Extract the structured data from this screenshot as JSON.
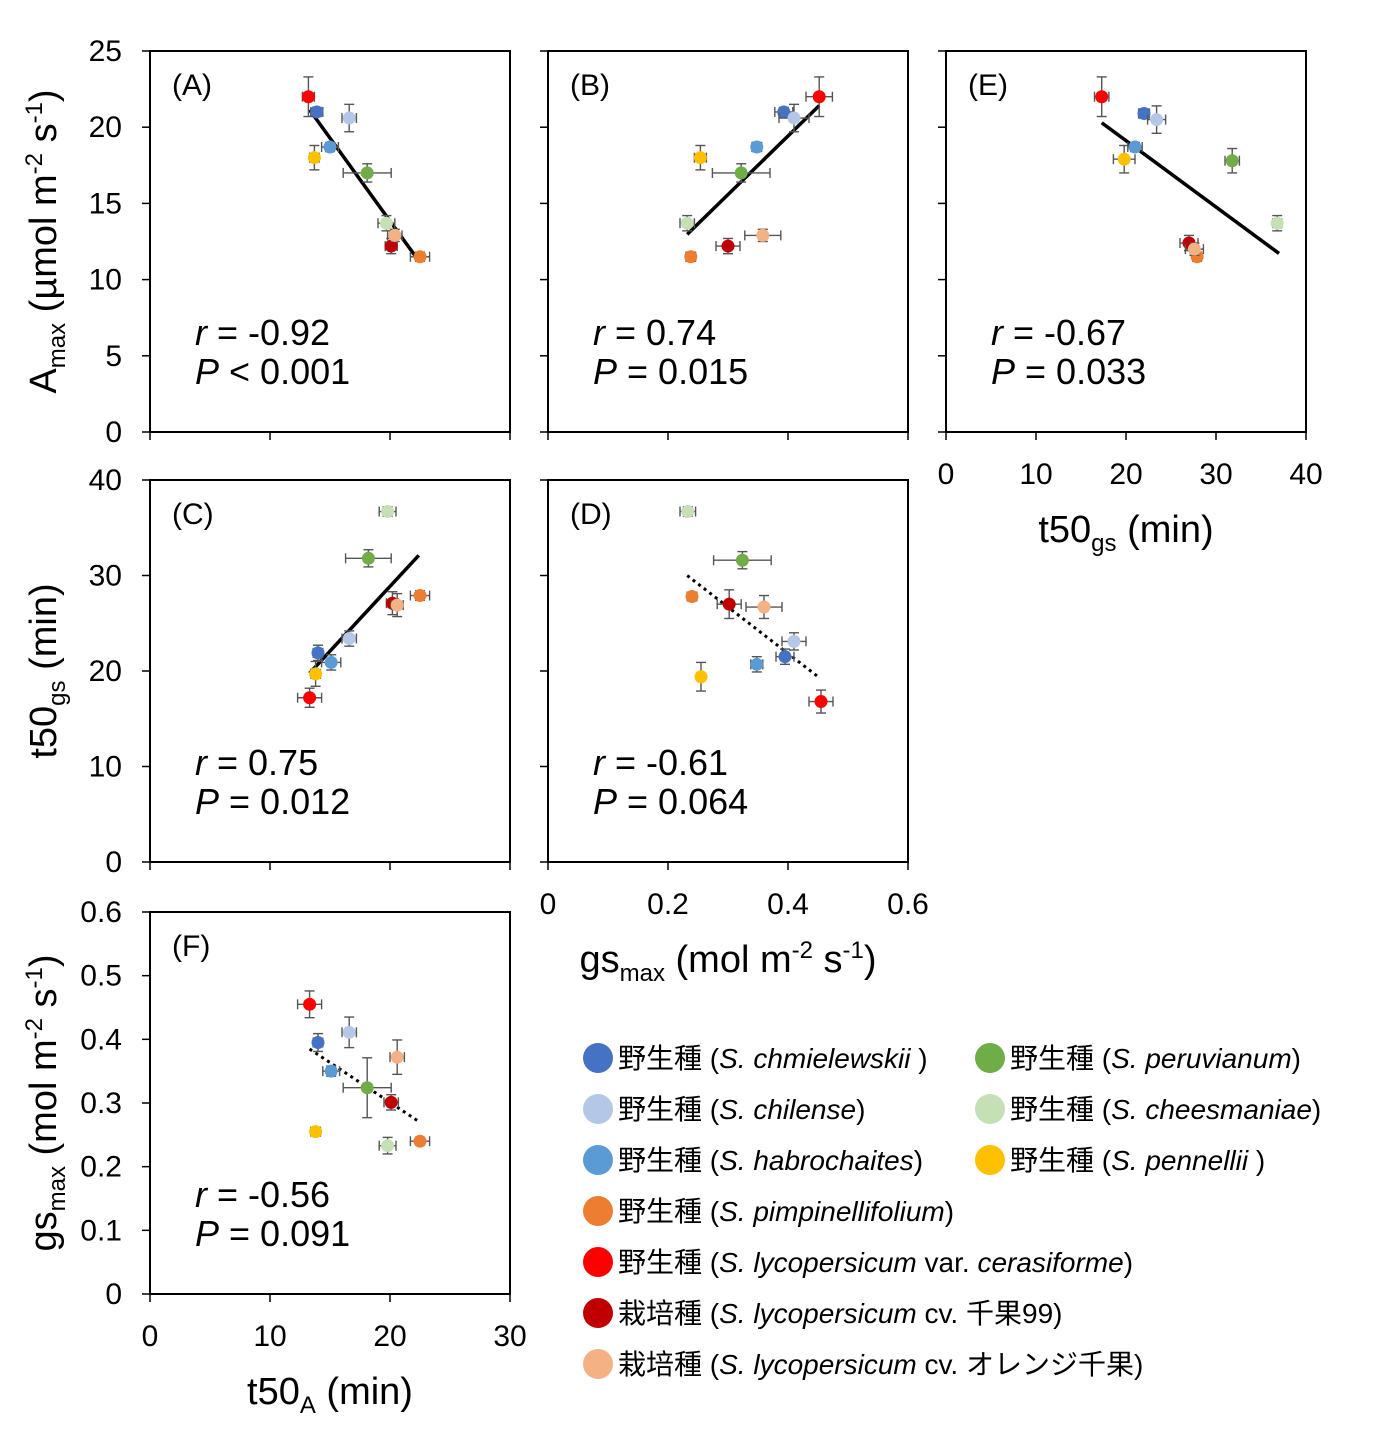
{
  "chart_data": [
    {
      "id": "A",
      "type": "scatter",
      "panel_label": "(A)",
      "xlim": [
        0,
        30
      ],
      "ylim": [
        0,
        25
      ],
      "yticks": [
        "0",
        "5",
        "10",
        "15",
        "20",
        "25"
      ],
      "xticks": [],
      "ylabel": {
        "base": "A",
        "sub": "max",
        "rest": " (µmol m",
        "sup1": "-2",
        "mid": " s",
        "sup2": "-1",
        "end": ")"
      },
      "stats": {
        "r_label": "r",
        "r_text": " = -0.92",
        "p_label": "P",
        "p_text": " < 0.001"
      },
      "regression": {
        "style": "solid",
        "x": [
          13.3,
          22.4
        ]
      },
      "points": [
        {
          "s": "chm",
          "x": 13.9,
          "y": 21.0,
          "xe": 0.5,
          "ye": 0.3
        },
        {
          "s": "chi",
          "x": 16.6,
          "y": 20.6,
          "xe": 0.6,
          "ye": 0.9
        },
        {
          "s": "hab",
          "x": 15.0,
          "y": 18.7,
          "xe": 0.7,
          "ye": 0.3
        },
        {
          "s": "per",
          "x": 18.1,
          "y": 17.0,
          "xe": 2.0,
          "ye": 0.6
        },
        {
          "s": "che",
          "x": 19.7,
          "y": 13.7,
          "xe": 0.7,
          "ye": 0.5
        },
        {
          "s": "pen",
          "x": 13.7,
          "y": 18.0,
          "xe": 0.4,
          "ye": 0.8
        },
        {
          "s": "pim",
          "x": 22.5,
          "y": 11.5,
          "xe": 0.8,
          "ye": 0.3
        },
        {
          "s": "cer",
          "x": 13.2,
          "y": 22.0,
          "xe": 0.5,
          "ye": 1.3
        },
        {
          "s": "cv1",
          "x": 20.1,
          "y": 12.2,
          "xe": 0.5,
          "ye": 0.5
        },
        {
          "s": "cv2",
          "x": 20.4,
          "y": 12.9,
          "xe": 0.6,
          "ye": 0.4
        }
      ]
    },
    {
      "id": "B",
      "type": "scatter",
      "panel_label": "(B)",
      "xlim": [
        0,
        0.6
      ],
      "ylim": [
        0,
        25
      ],
      "yticks": [],
      "xticks": [],
      "stats": {
        "r_label": "r",
        "r_text": " = 0.74",
        "p_label": "P",
        "p_text": " = 0.015"
      },
      "regression": {
        "style": "solid",
        "x": [
          0.232,
          0.452
        ]
      },
      "points": [
        {
          "s": "chm",
          "x": 0.393,
          "y": 21.0,
          "xe": 0.015,
          "ye": 0.3
        },
        {
          "s": "chi",
          "x": 0.41,
          "y": 20.6,
          "xe": 0.025,
          "ye": 0.9
        },
        {
          "s": "hab",
          "x": 0.348,
          "y": 18.7,
          "xe": 0.008,
          "ye": 0.3
        },
        {
          "s": "per",
          "x": 0.322,
          "y": 17.0,
          "xe": 0.048,
          "ye": 0.6
        },
        {
          "s": "che",
          "x": 0.232,
          "y": 13.7,
          "xe": 0.012,
          "ye": 0.5
        },
        {
          "s": "pen",
          "x": 0.254,
          "y": 18.0,
          "xe": 0.01,
          "ye": 0.8
        },
        {
          "s": "pim",
          "x": 0.238,
          "y": 11.5,
          "xe": 0.008,
          "ye": 0.3
        },
        {
          "s": "cer",
          "x": 0.452,
          "y": 22.0,
          "xe": 0.022,
          "ye": 1.3
        },
        {
          "s": "cv1",
          "x": 0.3,
          "y": 12.2,
          "xe": 0.02,
          "ye": 0.5
        },
        {
          "s": "cv2",
          "x": 0.358,
          "y": 12.9,
          "xe": 0.03,
          "ye": 0.4
        }
      ]
    },
    {
      "id": "E",
      "type": "scatter",
      "panel_label": "(E)",
      "xlim": [
        0,
        40
      ],
      "ylim": [
        0,
        25
      ],
      "yticks": [],
      "xticks": [
        "0",
        "10",
        "20",
        "30",
        "40"
      ],
      "xlabel": {
        "base": "t50",
        "sub": "gs",
        "rest": " (min)"
      },
      "stats": {
        "r_label": "r",
        "r_text": " = -0.67",
        "p_label": "P",
        "p_text": " = 0.033"
      },
      "regression": {
        "style": "solid",
        "x": [
          17.3,
          37.0
        ]
      },
      "points": [
        {
          "s": "chm",
          "x": 22.0,
          "y": 20.9,
          "xe": 0.6,
          "ye": 0.3
        },
        {
          "s": "chi",
          "x": 23.4,
          "y": 20.5,
          "xe": 1.0,
          "ye": 0.9
        },
        {
          "s": "hab",
          "x": 21.0,
          "y": 18.7,
          "xe": 0.8,
          "ye": 0.3
        },
        {
          "s": "per",
          "x": 31.8,
          "y": 17.8,
          "xe": 0.8,
          "ye": 0.8
        },
        {
          "s": "che",
          "x": 36.8,
          "y": 13.7,
          "xe": 0.5,
          "ye": 0.5
        },
        {
          "s": "pen",
          "x": 19.8,
          "y": 17.9,
          "xe": 1.2,
          "ye": 0.9
        },
        {
          "s": "pim",
          "x": 27.9,
          "y": 11.5,
          "xe": 0.4,
          "ye": 0.3
        },
        {
          "s": "cer",
          "x": 17.3,
          "y": 22.0,
          "xe": 0.8,
          "ye": 1.3
        },
        {
          "s": "cv1",
          "x": 27.0,
          "y": 12.4,
          "xe": 1.0,
          "ye": 0.5
        },
        {
          "s": "cv2",
          "x": 27.6,
          "y": 12.0,
          "xe": 1.0,
          "ye": 0.4
        }
      ]
    },
    {
      "id": "C",
      "type": "scatter",
      "panel_label": "(C)",
      "xlim": [
        0,
        30
      ],
      "ylim": [
        0,
        40
      ],
      "yticks": [
        "0",
        "10",
        "20",
        "30",
        "40"
      ],
      "xticks": [],
      "ylabel": {
        "base": "t50",
        "sub": "gs",
        "rest": " (min)"
      },
      "stats": {
        "r_label": "r",
        "r_text": " = 0.75",
        "p_label": "P",
        "p_text": " = 0.012"
      },
      "regression": {
        "style": "solid",
        "x": [
          13.3,
          22.4
        ]
      },
      "points": [
        {
          "s": "chm",
          "x": 14.0,
          "y": 21.9,
          "xe": 0.4,
          "ye": 0.8
        },
        {
          "s": "chi",
          "x": 16.6,
          "y": 23.4,
          "xe": 0.6,
          "ye": 0.8
        },
        {
          "s": "hab",
          "x": 15.1,
          "y": 20.9,
          "xe": 0.8,
          "ye": 0.8
        },
        {
          "s": "per",
          "x": 18.2,
          "y": 31.8,
          "xe": 1.9,
          "ye": 0.9
        },
        {
          "s": "che",
          "x": 19.8,
          "y": 36.7,
          "xe": 0.7,
          "ye": 0.5
        },
        {
          "s": "pen",
          "x": 13.8,
          "y": 19.7,
          "xe": 0.4,
          "ye": 1.3
        },
        {
          "s": "pim",
          "x": 22.5,
          "y": 27.9,
          "xe": 0.8,
          "ye": 0.5
        },
        {
          "s": "cer",
          "x": 13.3,
          "y": 17.2,
          "xe": 1.0,
          "ye": 1.0
        },
        {
          "s": "cv1",
          "x": 20.2,
          "y": 27.1,
          "xe": 0.5,
          "ye": 1.2
        },
        {
          "s": "cv2",
          "x": 20.6,
          "y": 26.9,
          "xe": 0.5,
          "ye": 1.2
        }
      ]
    },
    {
      "id": "D",
      "type": "scatter",
      "panel_label": "(D)",
      "xlim": [
        0,
        0.6
      ],
      "ylim": [
        0,
        40
      ],
      "yticks": [],
      "xticks": [
        "0",
        "0.2",
        "0.4",
        "0.6"
      ],
      "xlabel": {
        "base": "gs",
        "sub": "max",
        "rest": " (mol m",
        "sup1": "-2",
        "mid": " s",
        "sup2": "-1",
        "end": ")"
      },
      "stats": {
        "r_label": "r",
        "r_text": " = -0.61",
        "p_label": "P",
        "p_text": " = 0.064"
      },
      "regression": {
        "style": "dotted",
        "x": [
          0.232,
          0.452
        ]
      },
      "points": [
        {
          "s": "chm",
          "x": 0.395,
          "y": 21.5,
          "xe": 0.015,
          "ye": 0.8
        },
        {
          "s": "chi",
          "x": 0.41,
          "y": 23.1,
          "xe": 0.02,
          "ye": 0.9
        },
        {
          "s": "hab",
          "x": 0.348,
          "y": 20.7,
          "xe": 0.01,
          "ye": 0.8
        },
        {
          "s": "per",
          "x": 0.324,
          "y": 31.6,
          "xe": 0.048,
          "ye": 0.9
        },
        {
          "s": "che",
          "x": 0.233,
          "y": 36.7,
          "xe": 0.013,
          "ye": 0.5
        },
        {
          "s": "pen",
          "x": 0.255,
          "y": 19.4,
          "xe": 0.006,
          "ye": 1.5
        },
        {
          "s": "pim",
          "x": 0.24,
          "y": 27.8,
          "xe": 0.008,
          "ye": 0.4
        },
        {
          "s": "cer",
          "x": 0.455,
          "y": 16.8,
          "xe": 0.02,
          "ye": 1.2
        },
        {
          "s": "cv1",
          "x": 0.302,
          "y": 27.0,
          "xe": 0.02,
          "ye": 1.5
        },
        {
          "s": "cv2",
          "x": 0.36,
          "y": 26.7,
          "xe": 0.03,
          "ye": 1.2
        }
      ]
    },
    {
      "id": "F",
      "type": "scatter",
      "panel_label": "(F)",
      "xlim": [
        0,
        30
      ],
      "ylim": [
        0,
        0.6
      ],
      "yticks": [
        "0",
        "0.1",
        "0.2",
        "0.3",
        "0.4",
        "0.5",
        "0.6"
      ],
      "xticks": [
        "0",
        "10",
        "20",
        "30"
      ],
      "ylabel": {
        "base": "gs",
        "sub": "max",
        "rest": " (mol m",
        "sup1": "-2",
        "mid": " s",
        "sup2": "-1",
        "end": ")"
      },
      "xlabel": {
        "base": "t50",
        "sub": "A",
        "rest": " (min)"
      },
      "stats": {
        "r_label": "r",
        "r_text": " = -0.56",
        "p_label": "P",
        "p_text": " = 0.091"
      },
      "regression": {
        "style": "dotted",
        "x": [
          13.3,
          22.4
        ]
      },
      "points": [
        {
          "s": "chm",
          "x": 14.0,
          "y": 0.395,
          "xe": 0.4,
          "ye": 0.014
        },
        {
          "s": "chi",
          "x": 16.6,
          "y": 0.411,
          "xe": 0.6,
          "ye": 0.024
        },
        {
          "s": "hab",
          "x": 15.1,
          "y": 0.35,
          "xe": 0.7,
          "ye": 0.008
        },
        {
          "s": "per",
          "x": 18.1,
          "y": 0.324,
          "xe": 2.0,
          "ye": 0.047
        },
        {
          "s": "che",
          "x": 19.8,
          "y": 0.233,
          "xe": 0.7,
          "ye": 0.013
        },
        {
          "s": "pen",
          "x": 13.8,
          "y": 0.255,
          "xe": 0.4,
          "ye": 0.006
        },
        {
          "s": "pim",
          "x": 22.5,
          "y": 0.24,
          "xe": 0.8,
          "ye": 0.006
        },
        {
          "s": "cer",
          "x": 13.3,
          "y": 0.455,
          "xe": 1.0,
          "ye": 0.021
        },
        {
          "s": "cv1",
          "x": 20.1,
          "y": 0.301,
          "xe": 0.6,
          "ye": 0.012
        },
        {
          "s": "cv2",
          "x": 20.6,
          "y": 0.372,
          "xe": 0.6,
          "ye": 0.027
        }
      ]
    }
  ],
  "species": {
    "chm": {
      "color": "#4472C4"
    },
    "chi": {
      "color": "#B4C7E7"
    },
    "hab": {
      "color": "#5B9BD5"
    },
    "per": {
      "color": "#70AD47"
    },
    "che": {
      "color": "#C5E0B4"
    },
    "pen": {
      "color": "#FFC000"
    },
    "pim": {
      "color": "#ED7D31"
    },
    "cer": {
      "color": "#FF0000"
    },
    "cv1": {
      "color": "#C00000"
    },
    "cv2": {
      "color": "#F4B183"
    }
  },
  "legend": {
    "placement": "bottom-right",
    "items": [
      {
        "s": "chm",
        "prefix": "野生種 (",
        "italic": "S. chmielewskii",
        "middle": "",
        "italic2": "",
        "suffix": " )"
      },
      {
        "s": "per",
        "prefix": "野生種 (",
        "italic": "S. peruvianum",
        "middle": "",
        "italic2": "",
        "suffix": ")"
      },
      {
        "s": "chi",
        "prefix": "野生種 (",
        "italic": "S. chilense",
        "middle": "",
        "italic2": "",
        "suffix": ")"
      },
      {
        "s": "che",
        "prefix": "野生種 (",
        "italic": "S. cheesmaniae",
        "middle": "",
        "italic2": "",
        "suffix": ")"
      },
      {
        "s": "hab",
        "prefix": "野生種 (",
        "italic": "S. habrochaites",
        "middle": "",
        "italic2": "",
        "suffix": ")"
      },
      {
        "s": "pen",
        "prefix": "野生種 (",
        "italic": "S. pennellii",
        "middle": "",
        "italic2": "",
        "suffix": " )"
      },
      {
        "s": "pim",
        "prefix": "野生種 (",
        "italic": "S. pimpinellifolium",
        "middle": "",
        "italic2": "",
        "suffix": ")"
      },
      {
        "s": "cer",
        "prefix": "野生種 (",
        "italic": "S. lycopersicum",
        "middle": " var. ",
        "italic2": "cerasiforme",
        "suffix": ")"
      },
      {
        "s": "cv1",
        "prefix": "栽培種 (",
        "italic": "S. lycopersicum",
        "middle": " cv. 千果99",
        "italic2": "",
        "suffix": ")"
      },
      {
        "s": "cv2",
        "prefix": "栽培種 (",
        "italic": "S. lycopersicum",
        "middle": " cv. オレンジ千果",
        "italic2": "",
        "suffix": ")"
      }
    ]
  }
}
